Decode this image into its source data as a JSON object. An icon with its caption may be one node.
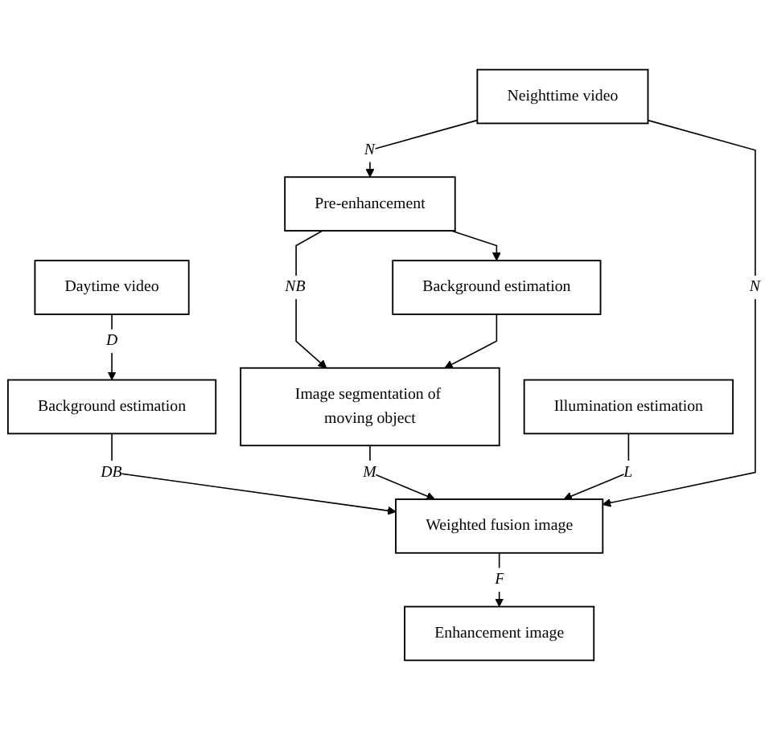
{
  "diagram": {
    "nodes": [
      {
        "text": [
          "Daytime video"
        ]
      },
      {
        "text": [
          "Neighttime video"
        ]
      },
      {
        "text": [
          "Background estimation"
        ]
      },
      {
        "text": [
          "Pre-enhancement"
        ]
      },
      {
        "text": [
          "Background estimation"
        ]
      },
      {
        "text": [
          "Image segmentation of moving object"
        ]
      },
      {
        "text": [
          "Illumination estimation"
        ]
      },
      {
        "text": [
          "Weighted fusion image"
        ]
      },
      {
        "text": [
          "Enhancement image"
        ]
      }
    ],
    "edges": [
      {
        "from": 0,
        "to": 2,
        "arrow": "to",
        "label": "D"
      },
      {
        "from": 1,
        "to": 3,
        "arrow": "to",
        "label": "N"
      },
      {
        "from": 3,
        "to": 4,
        "arrow": "to"
      },
      {
        "from": 3,
        "to": 5,
        "arrow": "to",
        "label": "NB"
      },
      {
        "from": 4,
        "to": 5,
        "arrow": "to"
      },
      {
        "from": 2,
        "to": 7,
        "arrow": "to",
        "label": "DB"
      },
      {
        "from": 5,
        "to": 7,
        "arrow": "to",
        "label": "M"
      },
      {
        "from": 6,
        "to": 7,
        "arrow": "to",
        "label": "L"
      },
      {
        "from": 1,
        "to": 7,
        "arrow": "to",
        "label": "N"
      },
      {
        "from": 7,
        "to": 8,
        "arrow": "to",
        "label": "F"
      }
    ]
  }
}
